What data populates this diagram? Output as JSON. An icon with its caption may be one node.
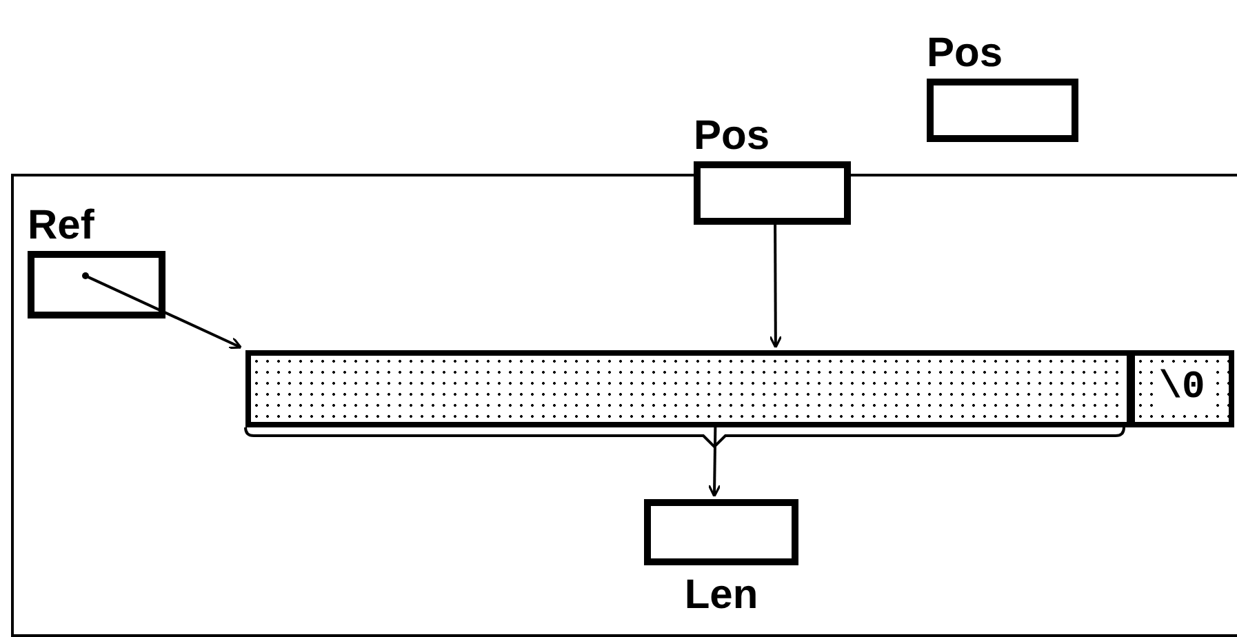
{
  "diagram": {
    "nodes": [
      {
        "text": [],
        "shape": "box"
      },
      {
        "text": [
          "Pos"
        ]
      },
      {
        "text": [
          "Pos"
        ]
      },
      {
        "text": [
          "Ref"
        ],
        "in": 0
      },
      {
        "text": [],
        "shape": "bar",
        "in": 0
      },
      {
        "text": [
          "\\0"
        ],
        "in": 0
      },
      {
        "text": [
          "Len"
        ],
        "in": 0
      }
    ],
    "edges": [
      {
        "from": 3,
        "to": 4,
        "arrow": "to"
      },
      {
        "from": 2,
        "to": 4,
        "arrow": "to"
      },
      {
        "from": 4,
        "to": 6,
        "arrow": "to"
      }
    ]
  }
}
